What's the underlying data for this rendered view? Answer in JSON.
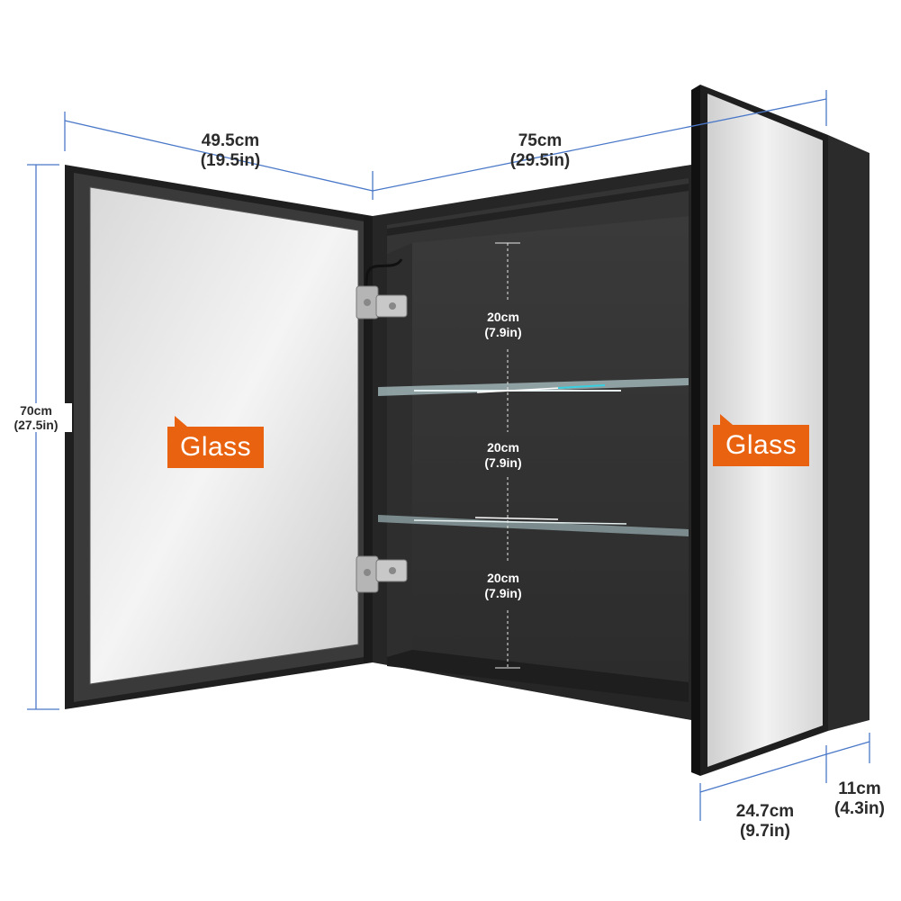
{
  "dimensions": {
    "door_width": {
      "cm": "49.5cm",
      "in": "(19.5in)"
    },
    "cabinet_width": {
      "cm": "75cm",
      "in": "(29.5in)"
    },
    "height": {
      "cm": "70cm",
      "in": "(27.5in)"
    },
    "door_depth": {
      "cm": "24.7cm",
      "in": "(9.7in)"
    },
    "cabinet_depth": {
      "cm": "11cm",
      "in": "(4.3in)"
    }
  },
  "shelf_spacing": [
    {
      "cm": "20cm",
      "in": "(7.9in)"
    },
    {
      "cm": "20cm",
      "in": "(7.9in)"
    },
    {
      "cm": "20cm",
      "in": "(7.9in)"
    }
  ],
  "labels": {
    "left_door": "Glass",
    "right_door": "Glass"
  },
  "colors": {
    "label_orange": "#e8620f",
    "dimension_line_blue": "#4a78c8",
    "cabinet_dark": "#2a2a2a"
  }
}
